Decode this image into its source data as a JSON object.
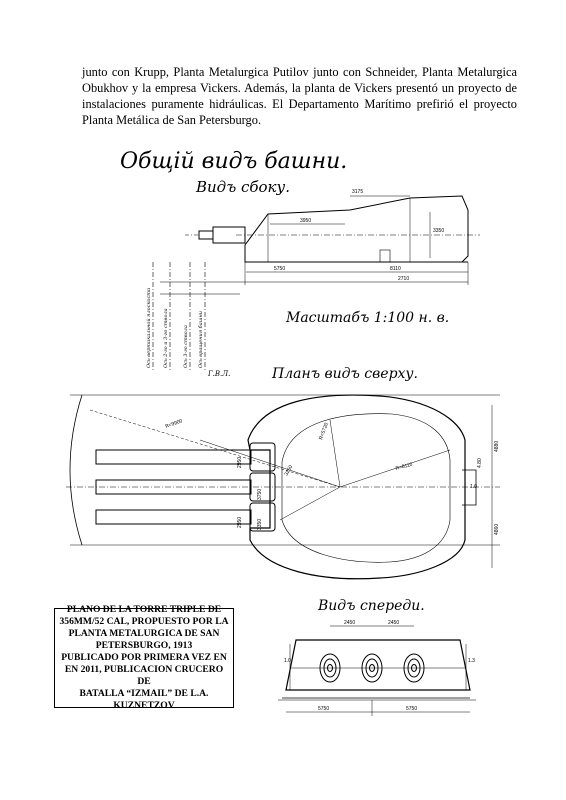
{
  "intro_text": "junto con Krupp, Planta Metalurgica Putilov junto con Schneider, Planta Metalurgica Obukhov y la empresa Vickers. Además, la planta de Vickers presentó un proyecto de instalaciones puramente hidráulicas. El Departamento Marítimo prefirió el proyecto Planta Metálica de San Petersburgo.",
  "drawing": {
    "main_title": "Общій видъ башни.",
    "side_view_title": "Видъ сбоку.",
    "scale_label": "Масштабъ 1:100 н. в.",
    "top_view_title": "Планъ видъ сверху.",
    "front_view_title": "Видъ спереди.",
    "waterline_label": "Г.В.Л.",
    "side_dims": [
      "3175",
      "3950",
      "3350",
      "5750",
      "8110",
      "2710"
    ],
    "top_dims": [
      "R=9900",
      "R=5720",
      "R=8110",
      "2950",
      "2950",
      "3750",
      "3250",
      "3350",
      "4880",
      "4860",
      "4.80",
      "1.0"
    ],
    "front_dims": [
      "2450",
      "2450",
      "5750",
      "5750",
      "1.0",
      "1.3"
    ],
    "vertical_labels": [
      "Ось вертикальной плоскости",
      "Ось 2-го и 3-го ствола",
      "Ось 3-го ствола",
      "Ось вращения башни"
    ]
  },
  "caption_lines": [
    "PLANO DE LA TORRE TRIPLE DE",
    "356MM/52 CAL, PROPUESTO POR LA",
    "PLANTA METALURGICA DE SAN",
    "PETERSBURGO, 1913",
    "PUBLICADO POR PRIMERA VEZ EN",
    "EN 2011, PUBLICACION CRUCERO DE",
    "BATALLA “IZMAIL” DE L.A.",
    "KUZNETZOV"
  ]
}
